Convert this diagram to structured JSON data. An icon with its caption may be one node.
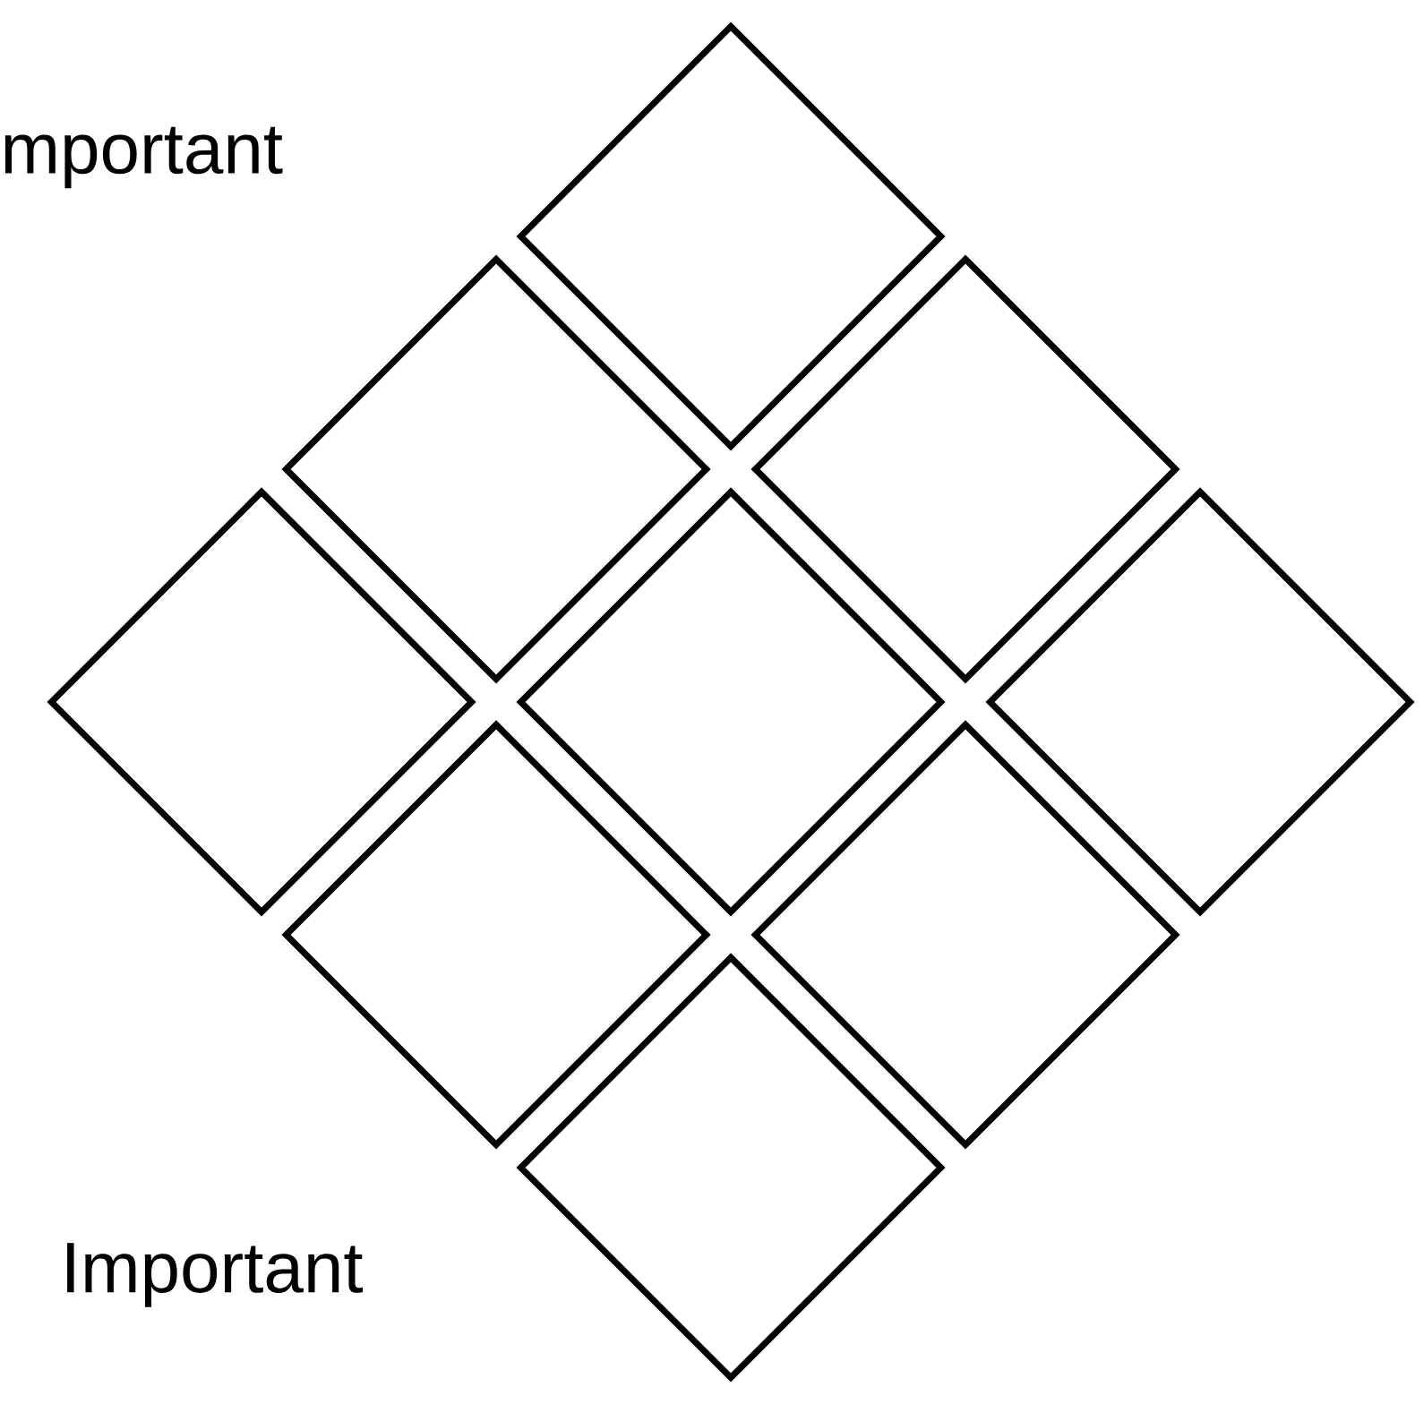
{
  "diagram": {
    "nodes": [
      {
        "text": [],
        "shape": "diamond"
      },
      {
        "text": [],
        "shape": "diamond"
      },
      {
        "text": [],
        "shape": "diamond"
      },
      {
        "text": [],
        "shape": "diamond"
      },
      {
        "text": [],
        "shape": "diamond"
      },
      {
        "text": [],
        "shape": "diamond"
      },
      {
        "text": [],
        "shape": "diamond"
      },
      {
        "text": [],
        "shape": "diamond"
      },
      {
        "text": [],
        "shape": "diamond"
      }
    ],
    "labels": [
      "mportant",
      "Important"
    ]
  }
}
